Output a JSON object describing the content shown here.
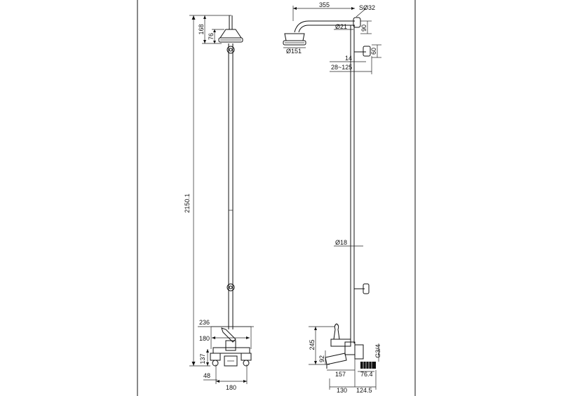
{
  "front_view": {
    "dims": {
      "overall_height": "2150.1",
      "head_height": "168",
      "rose_height": "76",
      "body_width_236": "236",
      "width_180_top": "180",
      "height_137": "137",
      "offset_48": "48",
      "width_180_bottom": "180"
    }
  },
  "side_view": {
    "dims": {
      "arm_projection": "355",
      "elbow": "SØ32",
      "pipe_dia_top": "Ø21",
      "drop_90": "90",
      "head_dia": "Ø151",
      "bracket_60": "60",
      "bracket_14": "14",
      "bracket_range": "28~125",
      "riser_dia": "Ø18",
      "height_245": "245",
      "height_92": "92",
      "thread": "G3/4",
      "depth_157": "157",
      "depth_76_4": "76.4",
      "depth_130": "130",
      "depth_124_5": "124.5"
    }
  }
}
